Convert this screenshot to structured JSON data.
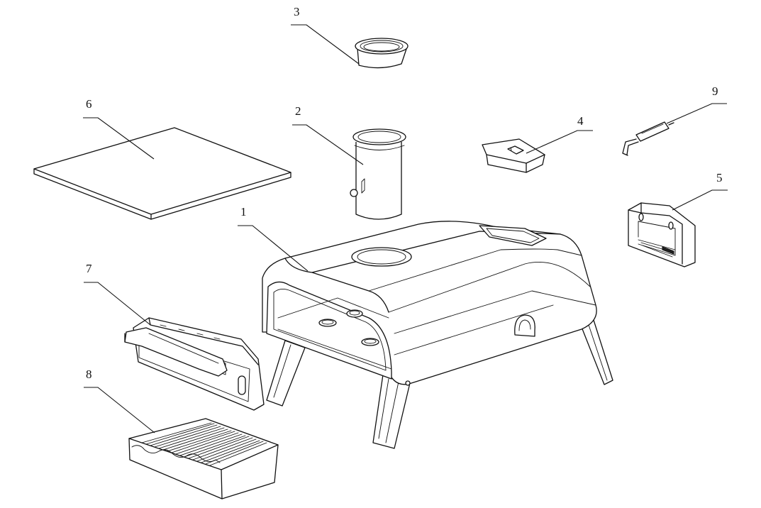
{
  "diagram": {
    "labels": [
      {
        "id": "1",
        "text": "1",
        "part": "oven-body"
      },
      {
        "id": "2",
        "text": "2",
        "part": "chimney"
      },
      {
        "id": "3",
        "text": "3",
        "part": "chimney-cap"
      },
      {
        "id": "4",
        "text": "4",
        "part": "cover-plate"
      },
      {
        "id": "5",
        "text": "5",
        "part": "rear-bracket"
      },
      {
        "id": "6",
        "text": "6",
        "part": "pizza-stone"
      },
      {
        "id": "7",
        "text": "7",
        "part": "front-handle"
      },
      {
        "id": "8",
        "text": "8",
        "part": "fuel-tray"
      },
      {
        "id": "9",
        "text": "9",
        "part": "igniter-clip"
      }
    ]
  }
}
